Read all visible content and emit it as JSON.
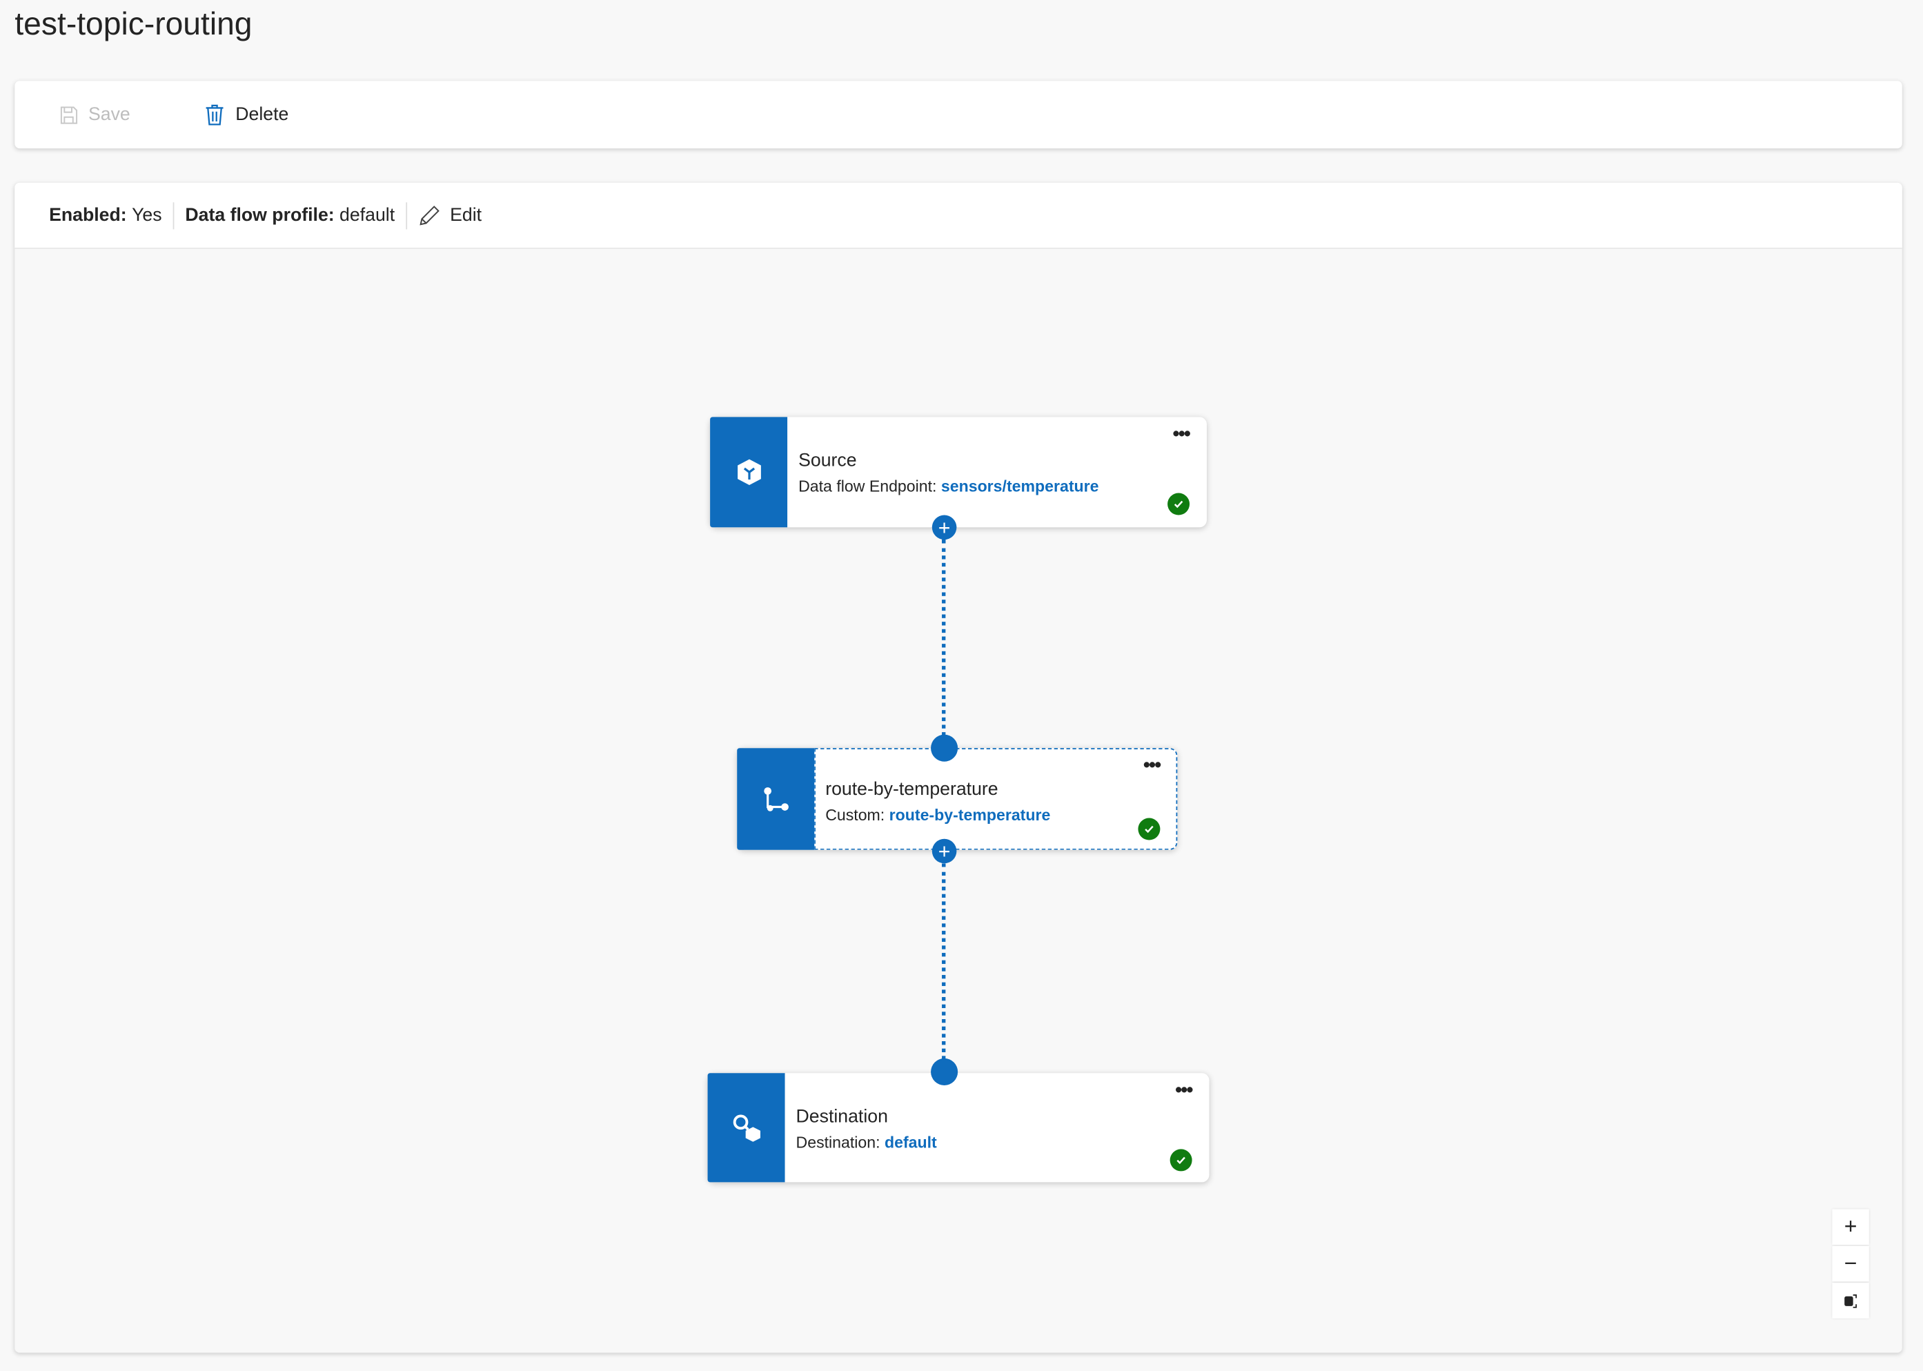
{
  "title": "test-topic-routing",
  "toolbar": {
    "save_label": "Save",
    "delete_label": "Delete"
  },
  "header": {
    "enabled_label": "Enabled:",
    "enabled_value": "Yes",
    "profile_label": "Data flow profile:",
    "profile_value": "default",
    "edit_label": "Edit"
  },
  "nodes": [
    {
      "title": "Source",
      "sub_label": "Data flow Endpoint:",
      "sub_value": "sensors/temperature",
      "icon": "cube-icon",
      "status": "success"
    },
    {
      "title": "route-by-temperature",
      "sub_label": "Custom:",
      "sub_value": "route-by-temperature",
      "icon": "branch-icon",
      "status": "success"
    },
    {
      "title": "Destination",
      "sub_label": "Destination:",
      "sub_value": "default",
      "icon": "destination-icon",
      "status": "success"
    }
  ],
  "zoom_controls": {
    "zoom_in": "+",
    "zoom_out": "−"
  },
  "colors": {
    "accent": "#0f6cbd",
    "success": "#107c10"
  }
}
